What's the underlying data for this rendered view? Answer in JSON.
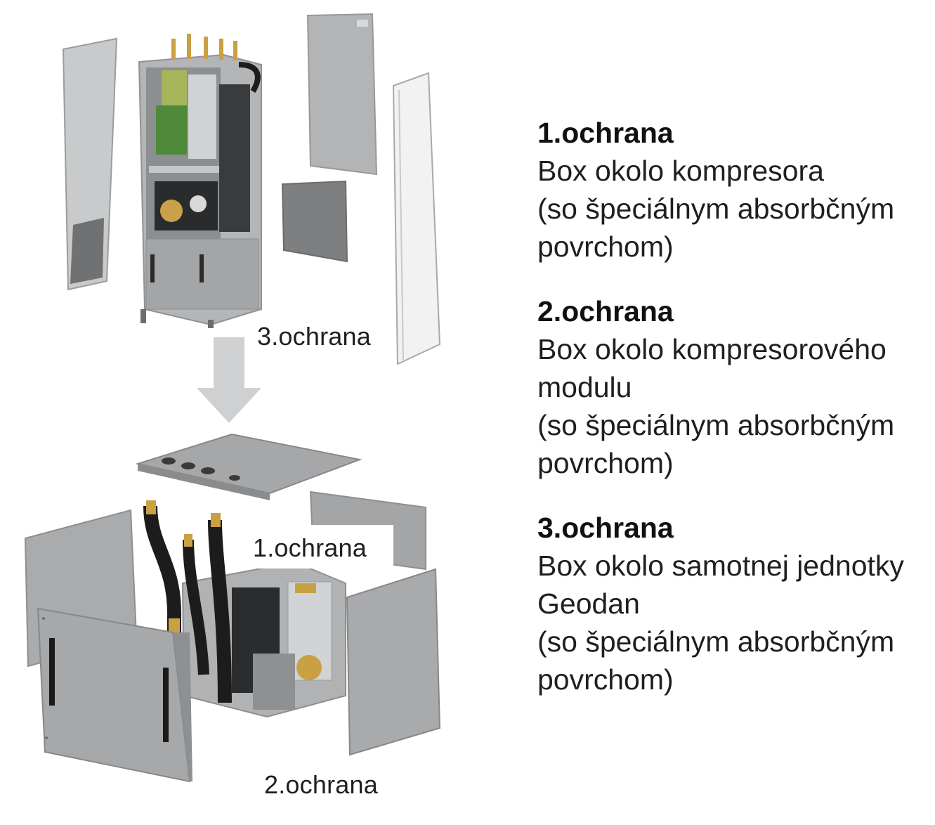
{
  "callouts": {
    "third": "3.ochrana",
    "first": "1.ochrana",
    "second": "2.ochrana"
  },
  "legend": [
    {
      "title": "1.ochrana",
      "lines": [
        "Box okolo kompresora",
        "(so špeciálnym absorbčným",
        "povrchom)"
      ]
    },
    {
      "title": "2.ochrana",
      "lines": [
        "Box okolo kompresorového",
        "modulu",
        "(so špeciálnym absorbčným",
        "povrchom)"
      ]
    },
    {
      "title": "3.ochrana",
      "lines": [
        "Box okolo samotnej jednotky",
        "Geodan",
        "(so špeciálnym absorbčným",
        "povrchom)"
      ]
    }
  ],
  "colors": {
    "panel": "#a9abad",
    "panel_dark": "#8e9092",
    "frame": "#b8babc",
    "pipe_black": "#1c1c1c",
    "brass": "#c9a042",
    "pcb_green": "#5f8a3c",
    "arrow": "#cfd0d1"
  }
}
